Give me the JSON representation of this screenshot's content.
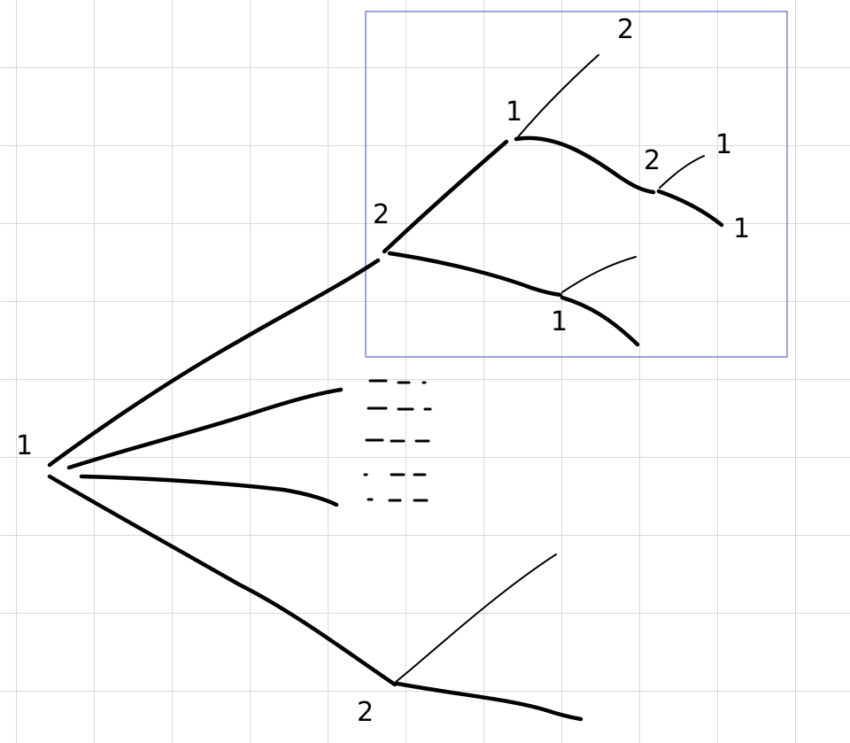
{
  "diagram": {
    "colors": {
      "ink": "#000000",
      "grid": "#d9d9d9",
      "highlight_box": "#5b67c9"
    },
    "nodes": {
      "root": "1",
      "upper_subtree_root": "2",
      "upper_top_child": "1",
      "upper_top_leaf": "2",
      "inner_choice": "2",
      "inner_leaf_top": "1",
      "inner_leaf_bottom": "1",
      "upper_bottom_child": "1",
      "lower_child": "2"
    }
  }
}
